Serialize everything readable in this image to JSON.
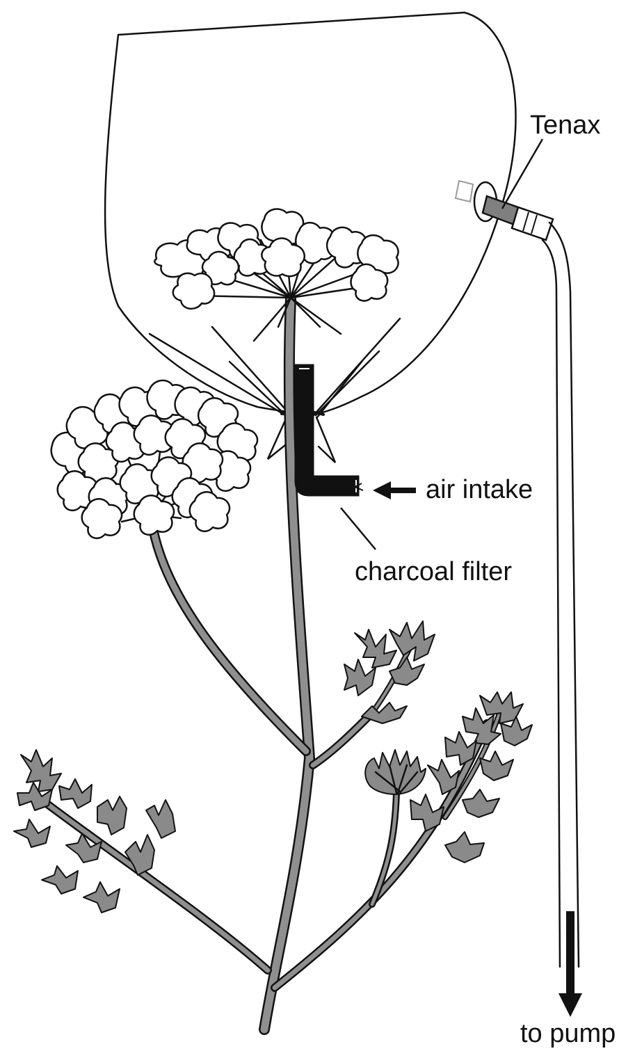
{
  "labels": {
    "tenax": "Tenax",
    "air_intake": "air intake",
    "charcoal_filter": "charcoal filter",
    "to_pump": "to pump"
  },
  "colors": {
    "stem_fill": "#8f8f8f",
    "leaf_fill": "#8a8a8a",
    "outline": "#111111",
    "filter_fill": "#111111"
  }
}
